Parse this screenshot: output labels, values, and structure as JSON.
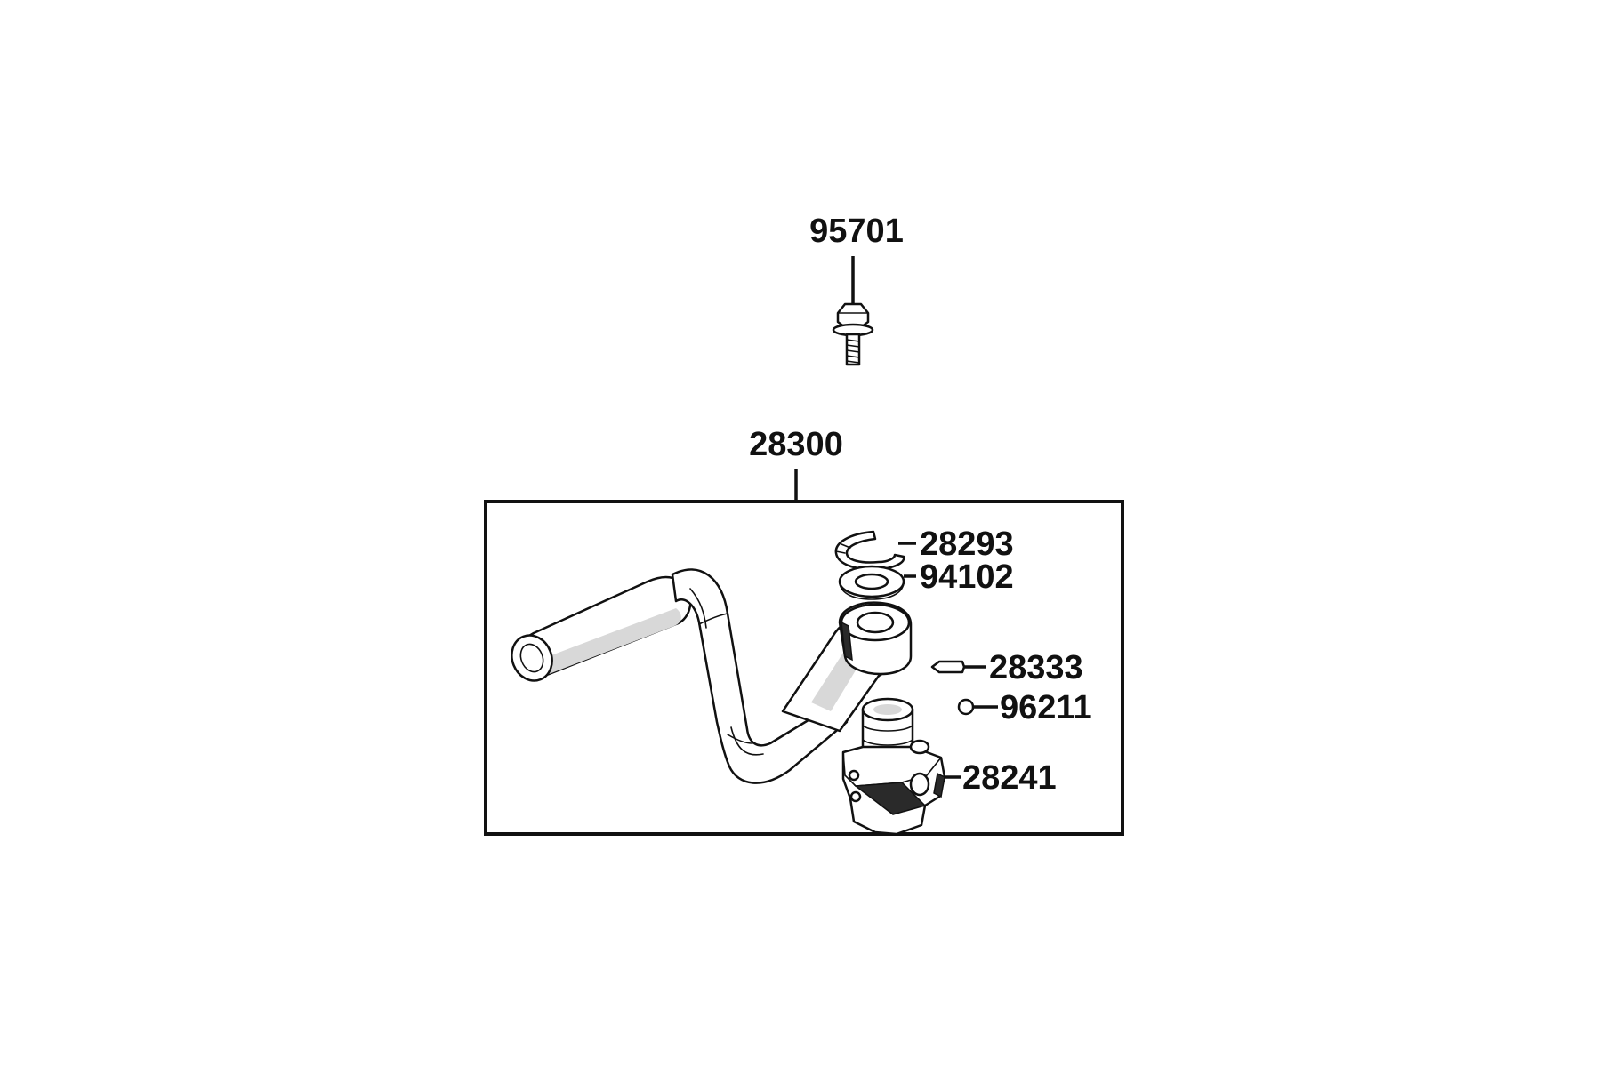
{
  "labels": {
    "bolt": "95701",
    "assembly": "28300",
    "circlip": "28293",
    "washer": "94102",
    "pin": "28333",
    "ball": "96211",
    "holder": "28241"
  },
  "colors": {
    "line": "#111111",
    "shade": "#d8d8d8",
    "background": "#ffffff"
  }
}
